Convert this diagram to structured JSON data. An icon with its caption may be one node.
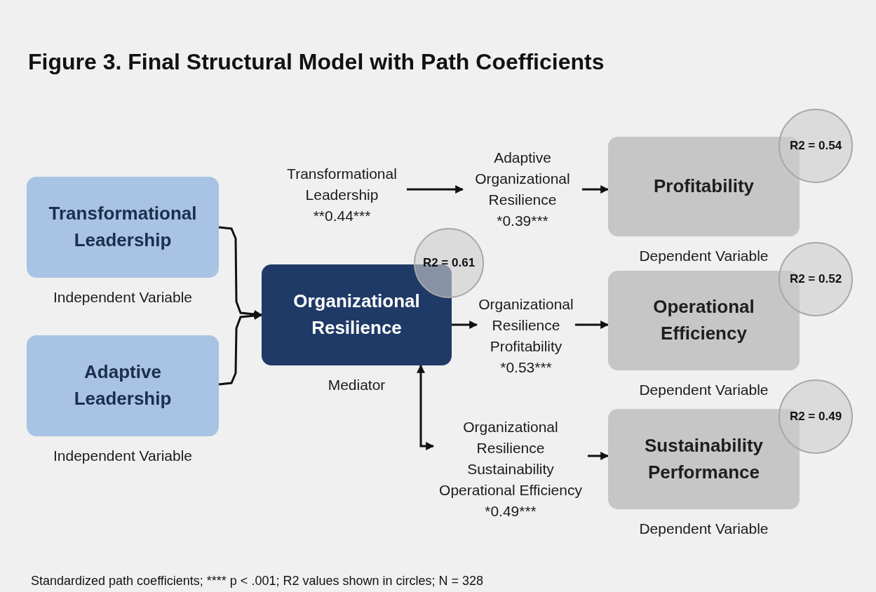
{
  "diagram": {
    "title": "Figure 3. Final Structural Model with Path Coefficients",
    "caption": "Standardized path coefficients; **** p < .001; R2 values shown in circles; N = 328",
    "nodes": [
      {
        "text": [
          "Transformational Leadership"
        ],
        "beside": [
          "Independent Variable"
        ]
      },
      {
        "text": [
          "Adaptive Leadership"
        ],
        "beside": [
          "Independent Variable"
        ]
      },
      {
        "text": [
          "Organizational Resilience"
        ],
        "beside": [
          "Mediator"
        ]
      },
      {
        "text": [
          "R2 = 0.61"
        ]
      },
      {
        "text": [
          "Transformational Leadership",
          "**0.44***"
        ]
      },
      {
        "text": [
          "Adaptive Organizational Resilience",
          "*0.39***"
        ]
      },
      {
        "text": [
          "Profitability"
        ],
        "beside": [
          "Dependent Variable"
        ]
      },
      {
        "text": [
          "R2 = 0.54"
        ]
      },
      {
        "text": [
          "Organizational Resilience Profitability",
          "*0.53***"
        ]
      },
      {
        "text": [
          "Operational Efficiency"
        ],
        "beside": [
          "Dependent Variable"
        ]
      },
      {
        "text": [
          "R2 = 0.52"
        ]
      },
      {
        "text": [
          "Organizational Resilience Sustainability Operational Efficiency",
          "*0.49***"
        ]
      },
      {
        "text": [
          "Sustainability Performance"
        ],
        "beside": [
          "Dependent Variable"
        ]
      },
      {
        "text": [
          "R2 = 0.49"
        ]
      }
    ],
    "edges": [
      {
        "from": 0,
        "to": 2,
        "arrow": "to"
      },
      {
        "from": 1,
        "to": 2,
        "arrow": "to"
      },
      {
        "from": 4,
        "to": 5,
        "arrow": "to"
      },
      {
        "from": 5,
        "to": 6,
        "arrow": "to"
      },
      {
        "from": 2,
        "to": 8,
        "arrow": "to"
      },
      {
        "from": 8,
        "to": 9,
        "arrow": "to"
      },
      {
        "from": 2,
        "to": 11,
        "arrow": "both"
      },
      {
        "from": 11,
        "to": 12,
        "arrow": "to"
      }
    ]
  }
}
